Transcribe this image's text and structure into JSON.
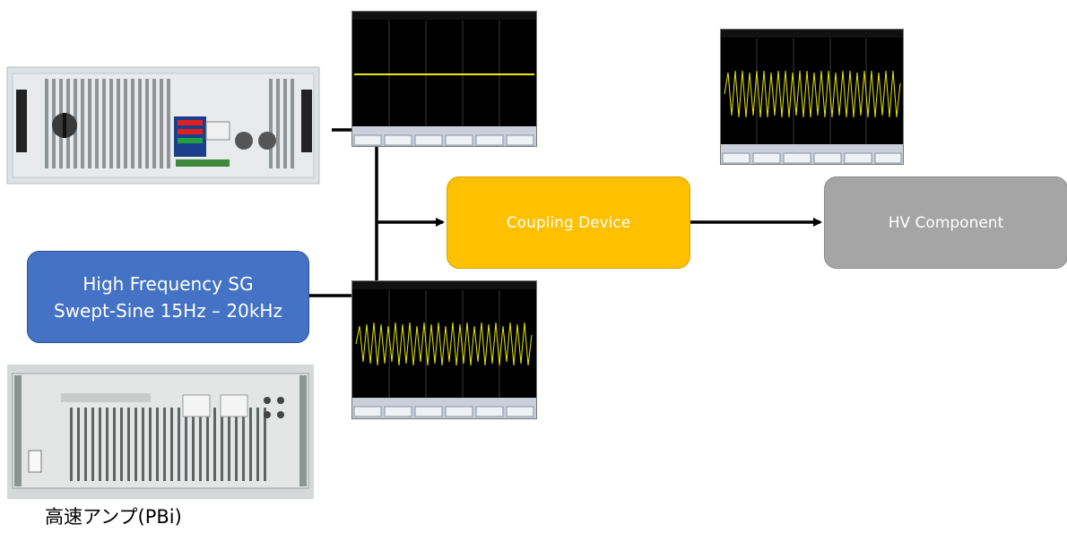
{
  "blocks": {
    "signal_generator": {
      "line1": "High Frequency SG",
      "line2": "Swept-Sine 15Hz – 20kHz"
    },
    "coupling_device": "Coupling Device",
    "hv_component": "HV Component"
  },
  "caption": "高速アンプ(PBi)",
  "colors": {
    "signal_generator": "#4472c4",
    "coupling_device": "#ffc000",
    "hv_component": "#a5a5a5",
    "trace": "#e8e800"
  }
}
